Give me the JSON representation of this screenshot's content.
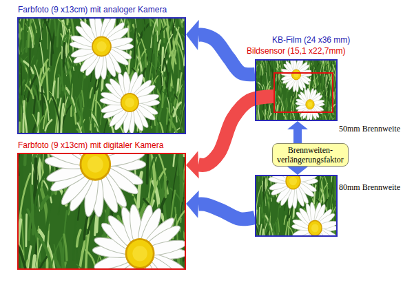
{
  "diagram": {
    "nodes": [
      {
        "text": [
          "Farbfoto (9 x13cm) mit analoger Kamera"
        ]
      },
      {
        "text": [
          "KB-Film (24 x36 mm)",
          "50mm Brennweite"
        ]
      },
      {
        "text": [
          "Bildsensor (15,1 x22,7mm)"
        ],
        "in": 1
      },
      {
        "text": [
          "Farbfoto (9 x13cm) mit digitaler Kamera"
        ]
      },
      {
        "text": [
          "Brennweiten- verlängerungsfaktor"
        ]
      },
      {
        "text": [
          "80mm Brennweite"
        ]
      }
    ],
    "edges": [
      {
        "from": 1,
        "to": 0,
        "arrow": "to"
      },
      {
        "from": 2,
        "to": 3,
        "arrow": "to"
      },
      {
        "from": 5,
        "to": 3,
        "arrow": "to"
      },
      {
        "from": 4,
        "to": 1,
        "arrow": "to"
      },
      {
        "from": 4,
        "to": 5,
        "arrow": "to"
      }
    ]
  }
}
